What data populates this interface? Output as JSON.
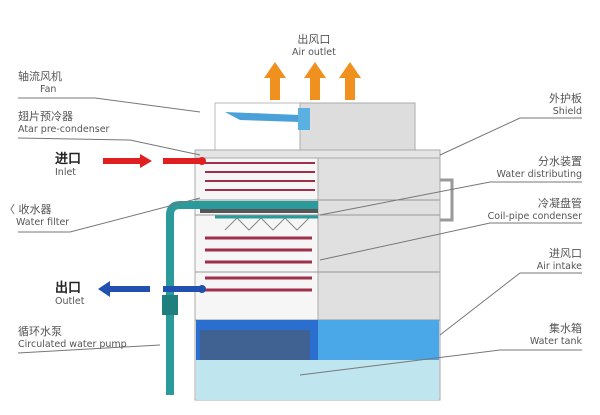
{
  "labels": {
    "air_outlet": {
      "zh": "出风口",
      "en": "Air outlet"
    },
    "fan": {
      "zh": "轴流风机",
      "en": "Fan"
    },
    "pre_condenser": {
      "zh": "翅片预冷器",
      "en": "Atar pre-condenser"
    },
    "inlet": {
      "zh": "进口",
      "en": "Inlet"
    },
    "water_filter": {
      "zh": "收水器",
      "en": "Water filter"
    },
    "outlet": {
      "zh": "出口",
      "en": "Outlet"
    },
    "pump": {
      "zh": "循环水泵",
      "en": "Circulated water pump"
    },
    "shield": {
      "zh": "外护板",
      "en": "Shield"
    },
    "water_distributing": {
      "zh": "分水装置",
      "en": "Water distributing"
    },
    "coil": {
      "zh": "冷凝盘管",
      "en": "Coil-pipe condenser"
    },
    "air_intake": {
      "zh": "进风口",
      "en": "Air intake"
    },
    "water_tank": {
      "zh": "集水箱",
      "en": "Water tank"
    }
  },
  "colors": {
    "air_arrow": "#f0901e",
    "inlet": "#e02020",
    "outlet": "#2050b0",
    "pipe": "#2a9a9a",
    "water": "#3a8ee0",
    "coil": "#a0304a"
  }
}
